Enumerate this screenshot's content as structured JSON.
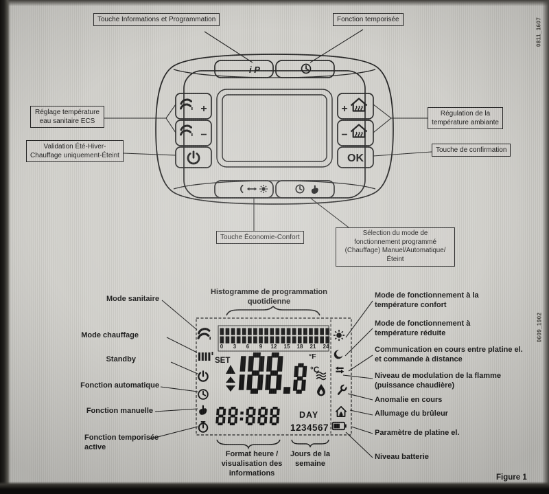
{
  "page": {
    "figure_caption": "Figure 1",
    "code_top_right": "0811_1607",
    "code_mid_right": "0609_1902",
    "background_color": "#d2d1cc",
    "ink_color": "#1a1a1a"
  },
  "remote_diagram": {
    "callouts": [
      {
        "id": "info-prog",
        "icon": "i-p-button",
        "text": "Touche Informations et Programmation"
      },
      {
        "id": "timed-function",
        "icon": "clock-button",
        "text": "Fonction temporisée"
      },
      {
        "id": "dhw-temp",
        "icon": "tap-plus-minus-buttons",
        "text": "Réglage température eau sanitaire ECS"
      },
      {
        "id": "validation",
        "icon": "power-button",
        "text": "Validation Été-Hiver-Chauffage uniquement-Éteint"
      },
      {
        "id": "room-temp",
        "icon": "house-plus-minus-buttons",
        "text": "Régulation de la température ambiante"
      },
      {
        "id": "confirmation",
        "icon": "ok-button",
        "text": "Touche de confirmation"
      },
      {
        "id": "eco-comfort",
        "icon": "moon-sun-button",
        "text": "Touche Économie-Confort"
      },
      {
        "id": "mode-select",
        "icon": "clock-hand-button",
        "text": "Sélection du mode de fonctionnement programmé (Chauffage) Manuel/Automatique/Éteint"
      }
    ],
    "button_labels": {
      "info": "i P",
      "ok": "OK",
      "plus": "+",
      "minus": "−"
    }
  },
  "display_diagram": {
    "title": "Histogramme de programmation quotidienne",
    "left_legend": [
      {
        "icon": "tap",
        "text": "Mode sanitaire"
      },
      {
        "icon": "radiator",
        "text": "Mode chauffage"
      },
      {
        "icon": "power",
        "text": "Standby"
      },
      {
        "icon": "clock",
        "text": "Fonction automatique"
      },
      {
        "icon": "hand",
        "text": "Fonction manuelle"
      },
      {
        "icon": "timer",
        "text": "Fonction temporisée active"
      }
    ],
    "right_legend": [
      {
        "icon": "sun",
        "text": "Mode de fonctionnement à la température confort"
      },
      {
        "icon": "moon",
        "text": "Mode de fonctionnement à température réduite"
      },
      {
        "icon": "arrows",
        "text": "Communication en cours entre platine el. et commande à distance"
      },
      {
        "icon": "flame-waves",
        "text": "Niveau de modulation de la flamme (puissance chaudière)"
      },
      {
        "icon": "wrench",
        "text": "Anomalie en cours"
      },
      {
        "icon": "house-flame",
        "text": "Allumage du brûleur"
      },
      {
        "icon": "board-param",
        "text": "Paramètre de platine el."
      },
      {
        "icon": "battery",
        "text": "Niveau batterie"
      }
    ],
    "bottom_legend": [
      {
        "id": "time-format",
        "text": "Format heure / visualisation des informations"
      },
      {
        "id": "week-days",
        "text": "Jours de la semaine"
      }
    ],
    "lcd": {
      "set_label": "SET",
      "main_value": "188.8",
      "unit_f": "°F",
      "unit_c": "°C",
      "time_value": "88:888",
      "day_label": "DAY",
      "week_numbers": "1234567",
      "hour_ticks": [
        "0",
        "3",
        "6",
        "9",
        "12",
        "15",
        "18",
        "21",
        "24"
      ]
    }
  }
}
